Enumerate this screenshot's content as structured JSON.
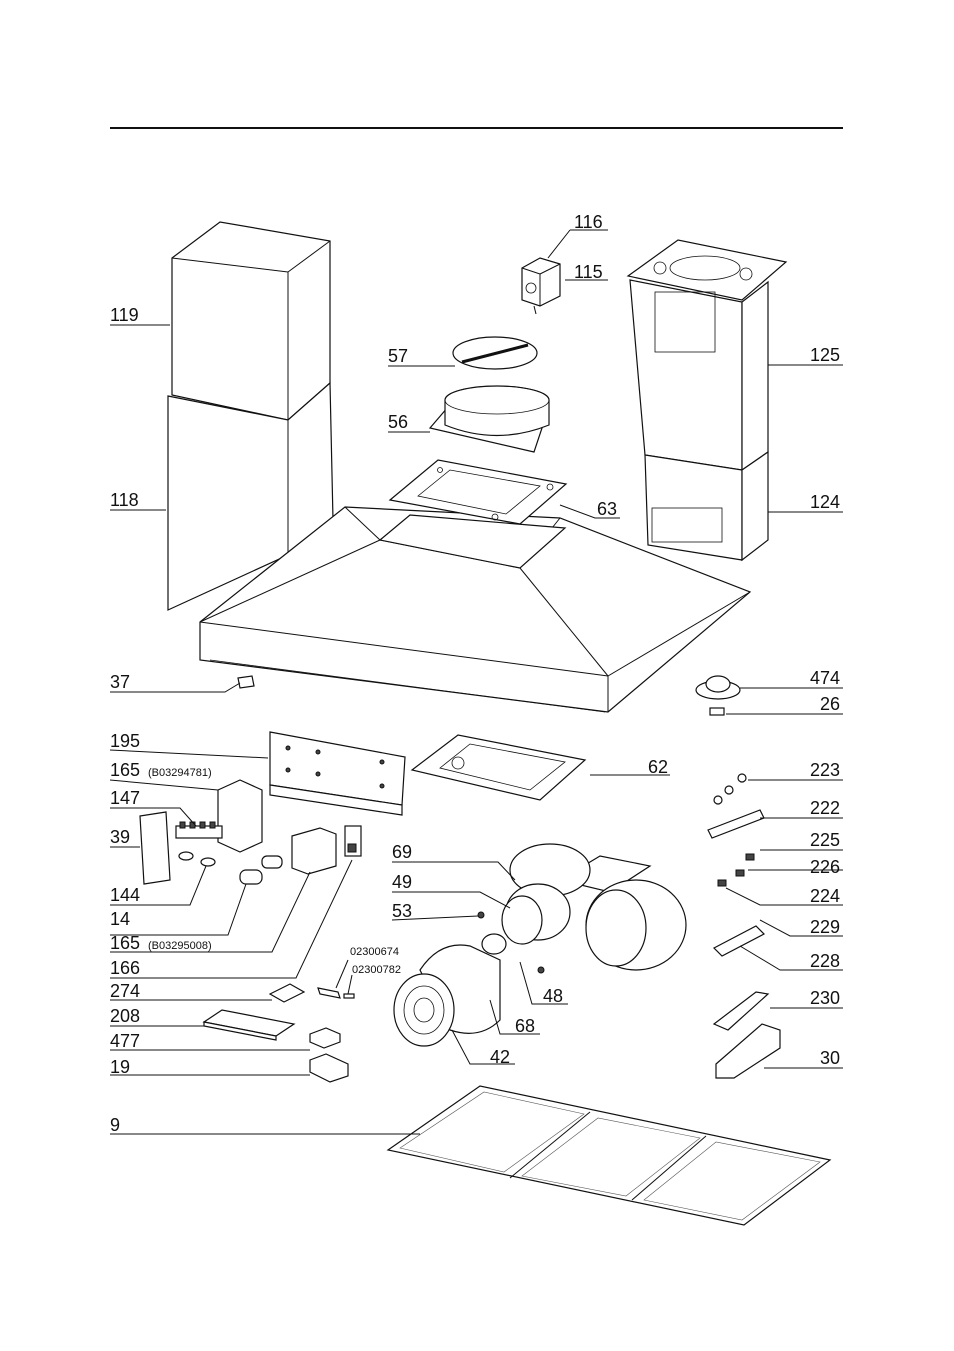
{
  "callouts": [
    {
      "id": "c116",
      "text": "116"
    },
    {
      "id": "c115",
      "text": "115"
    },
    {
      "id": "c119",
      "text": "119"
    },
    {
      "id": "c57",
      "text": "57"
    },
    {
      "id": "c125",
      "text": "125"
    },
    {
      "id": "c56",
      "text": "56"
    },
    {
      "id": "c118",
      "text": "118"
    },
    {
      "id": "c63",
      "text": "63"
    },
    {
      "id": "c124",
      "text": "124"
    },
    {
      "id": "c37",
      "text": "37"
    },
    {
      "id": "c474",
      "text": "474"
    },
    {
      "id": "c26",
      "text": "26"
    },
    {
      "id": "c195",
      "text": "195"
    },
    {
      "id": "c165a",
      "text": "165"
    },
    {
      "id": "c62",
      "text": "62"
    },
    {
      "id": "c223",
      "text": "223"
    },
    {
      "id": "c147",
      "text": "147"
    },
    {
      "id": "c222",
      "text": "222"
    },
    {
      "id": "c39",
      "text": "39"
    },
    {
      "id": "c225",
      "text": "225"
    },
    {
      "id": "c69",
      "text": "69"
    },
    {
      "id": "c226",
      "text": "226"
    },
    {
      "id": "c49",
      "text": "49"
    },
    {
      "id": "c144",
      "text": "144"
    },
    {
      "id": "c224",
      "text": "224"
    },
    {
      "id": "c53",
      "text": "53"
    },
    {
      "id": "c14",
      "text": "14"
    },
    {
      "id": "c229",
      "text": "229"
    },
    {
      "id": "c165b",
      "text": "165"
    },
    {
      "id": "c166",
      "text": "166"
    },
    {
      "id": "c228",
      "text": "228"
    },
    {
      "id": "c274",
      "text": "274"
    },
    {
      "id": "c48",
      "text": "48"
    },
    {
      "id": "c230",
      "text": "230"
    },
    {
      "id": "c208",
      "text": "208"
    },
    {
      "id": "c68",
      "text": "68"
    },
    {
      "id": "c477",
      "text": "477"
    },
    {
      "id": "c42",
      "text": "42"
    },
    {
      "id": "c30",
      "text": "30"
    },
    {
      "id": "c19",
      "text": "19"
    },
    {
      "id": "c9",
      "text": "9"
    }
  ],
  "sub_labels": [
    {
      "id": "s165a",
      "text": "(B03294781)"
    },
    {
      "id": "s165b",
      "text": "(B03295008)"
    },
    {
      "id": "s02300674",
      "text": "02300674"
    },
    {
      "id": "s02300782",
      "text": "02300782"
    }
  ]
}
